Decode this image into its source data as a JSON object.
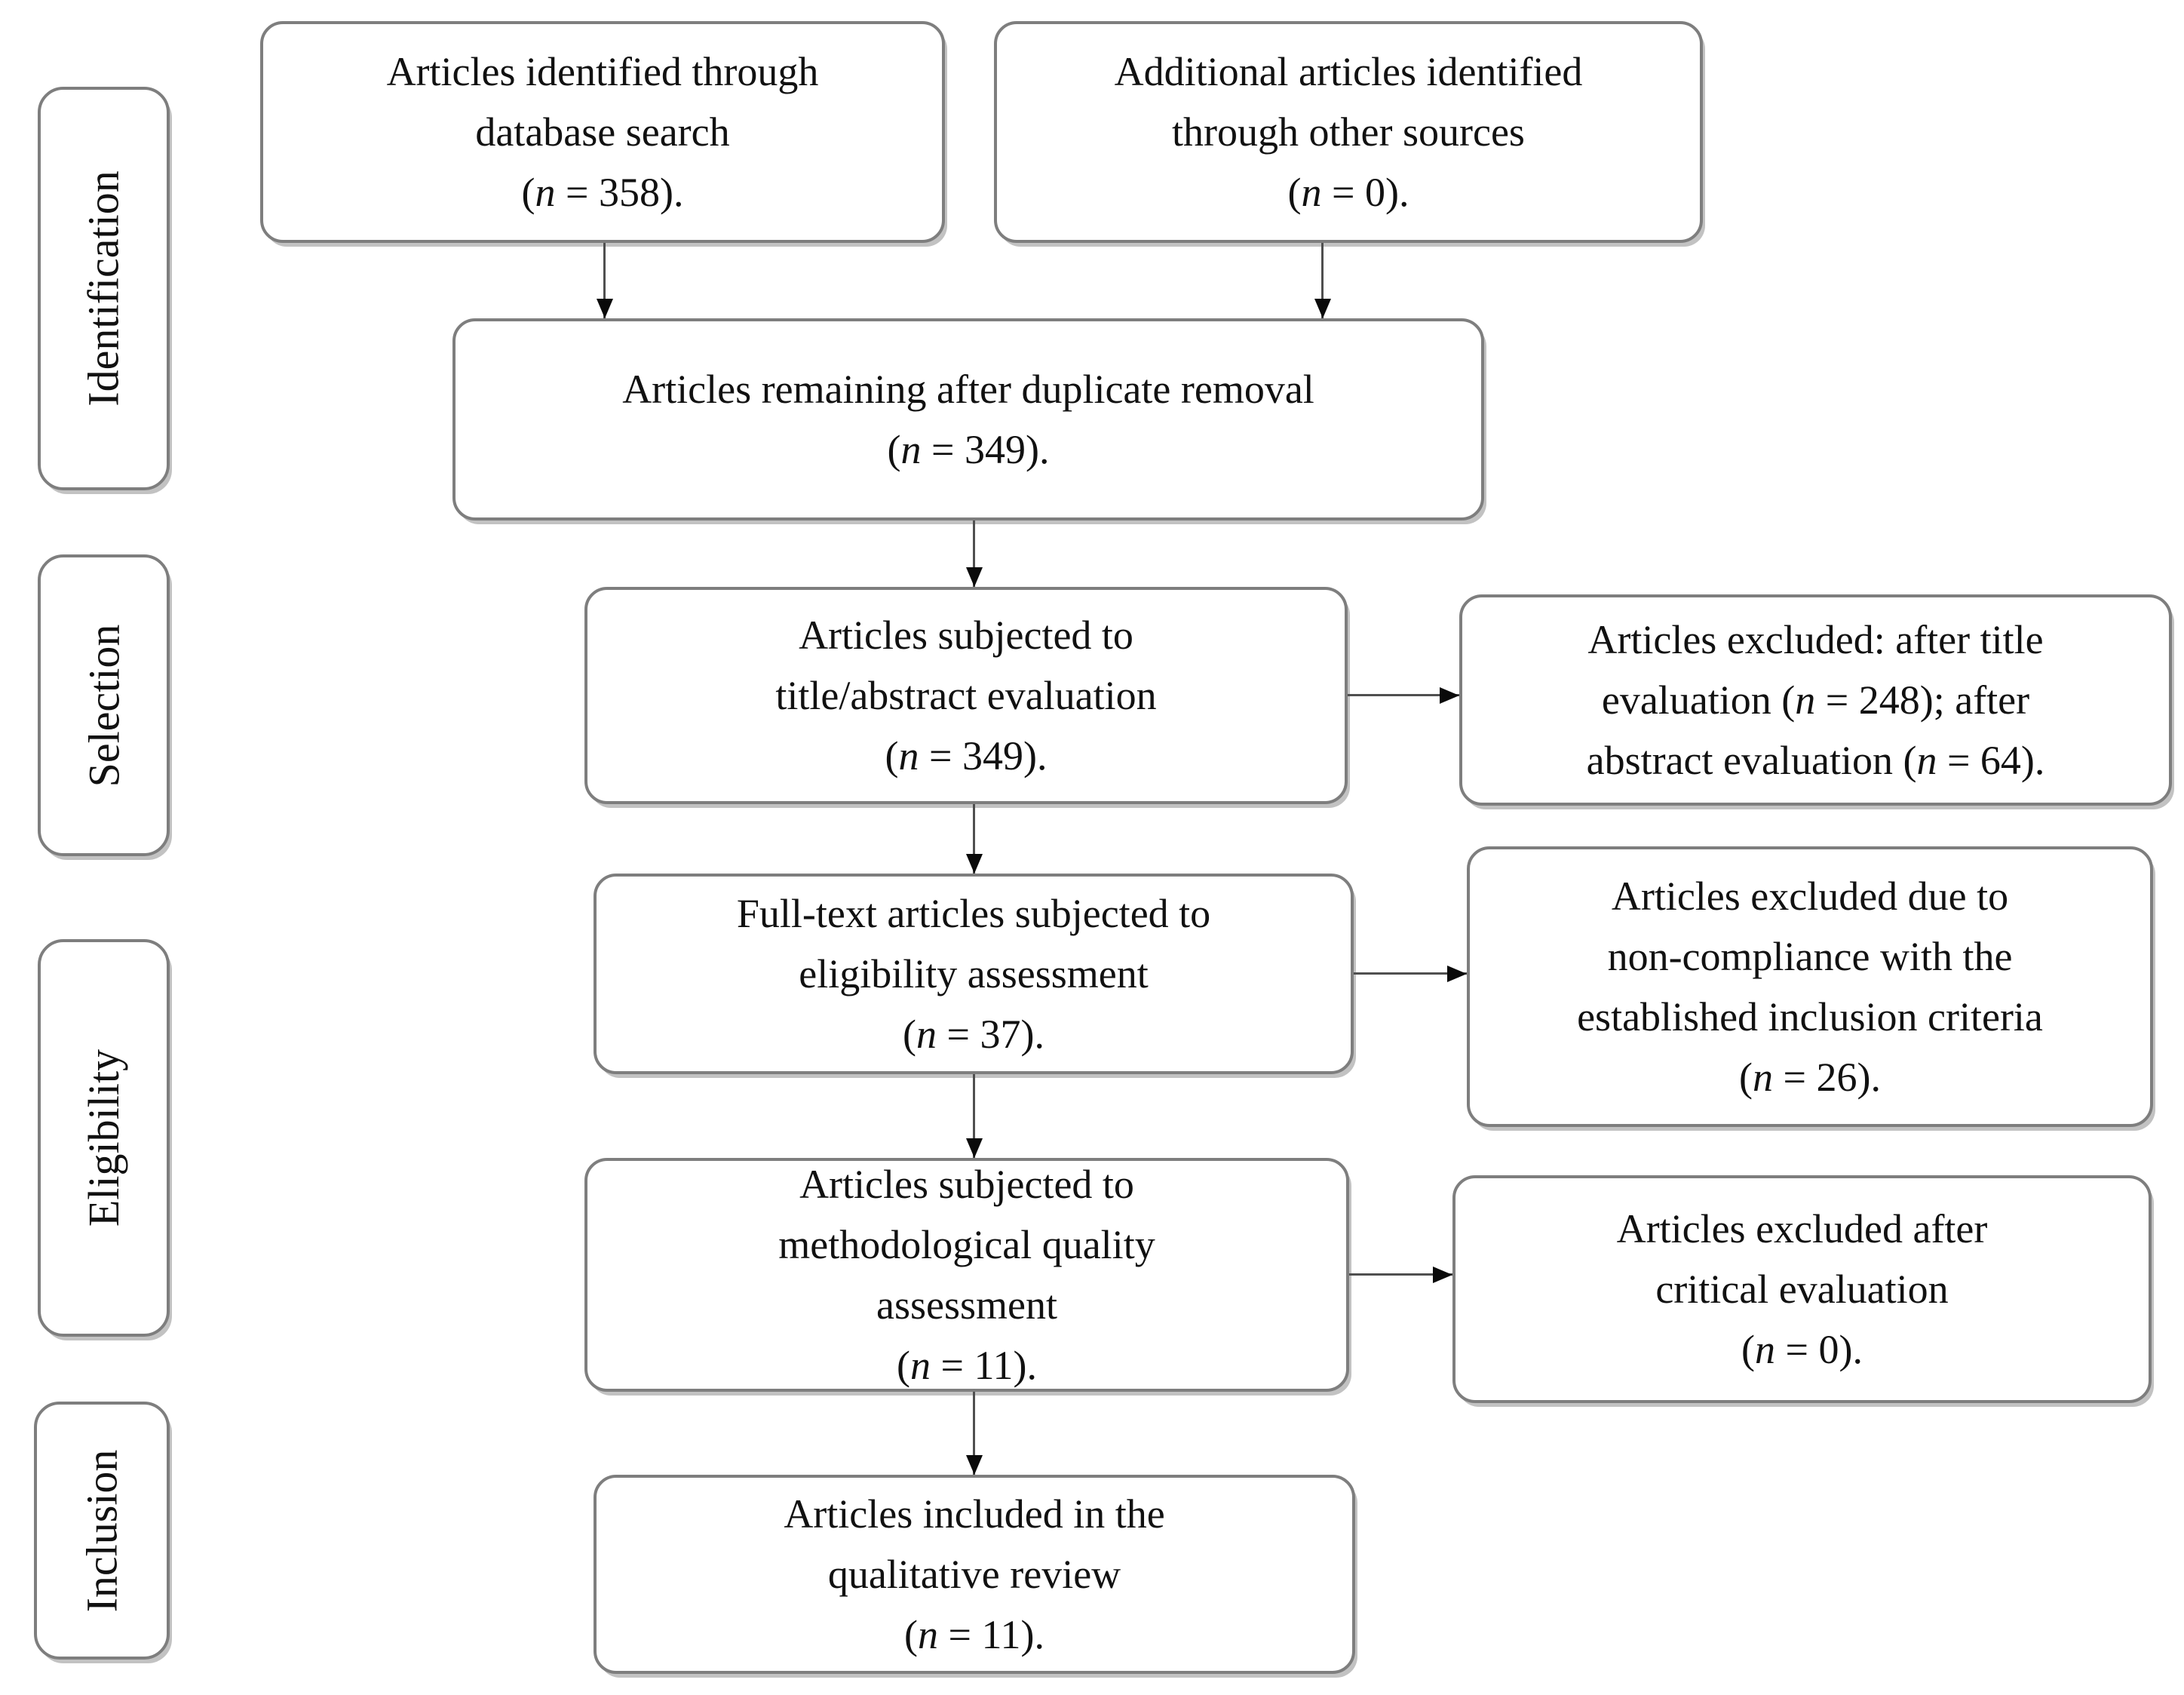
{
  "diagram": {
    "type": "prisma-flowchart",
    "stages": {
      "identification": "Identification",
      "selection": "Selection",
      "eligibility": "Eligibility",
      "inclusion": "Inclusion"
    },
    "boxes": {
      "identified_database": {
        "lines": [
          "Articles identified through",
          "database search",
          "(n = 358)."
        ],
        "n": 358
      },
      "other_sources": {
        "lines": [
          "Additional articles identified",
          "through other sources",
          "(n = 0)."
        ],
        "n": 0
      },
      "duplicate_removal": {
        "lines": [
          "Articles remaining after duplicate removal",
          "(n = 349)."
        ],
        "n": 349
      },
      "title_abstract": {
        "lines": [
          "Articles subjected to",
          "title/abstract evaluation",
          "(n = 349)."
        ],
        "n": 349
      },
      "excluded_title_abstract": {
        "lines": [
          "Articles excluded: after title",
          "evaluation (n = 248); after",
          "abstract evaluation (n = 64)."
        ],
        "n_after_title": 248,
        "n_after_abstract": 64
      },
      "full_text": {
        "lines": [
          "Full-text articles subjected to",
          "eligibility assessment",
          "(n = 37)."
        ],
        "n": 37
      },
      "excluded_inclusion_criteria": {
        "lines": [
          "Articles excluded due to",
          "non-compliance with the",
          "established inclusion criteria",
          "(n = 26)."
        ],
        "n": 26
      },
      "quality_assessment": {
        "lines": [
          "Articles subjected to",
          "methodological quality",
          "assessment",
          "(n = 11)."
        ],
        "n": 11
      },
      "excluded_critical": {
        "lines": [
          "Articles excluded after",
          "critical evaluation",
          "(n = 0)."
        ],
        "n": 0
      },
      "included": {
        "lines": [
          "Articles included in the",
          "qualitative review",
          "(n = 11)."
        ],
        "n": 11
      }
    },
    "edges": [
      {
        "from": "identified_database",
        "to": "duplicate_removal"
      },
      {
        "from": "other_sources",
        "to": "duplicate_removal"
      },
      {
        "from": "duplicate_removal",
        "to": "title_abstract"
      },
      {
        "from": "title_abstract",
        "to": "excluded_title_abstract"
      },
      {
        "from": "title_abstract",
        "to": "full_text"
      },
      {
        "from": "full_text",
        "to": "excluded_inclusion_criteria"
      },
      {
        "from": "full_text",
        "to": "quality_assessment"
      },
      {
        "from": "quality_assessment",
        "to": "excluded_critical"
      },
      {
        "from": "quality_assessment",
        "to": "included"
      }
    ],
    "colors": {
      "background": "#ffffff",
      "box_border": "#7e7e7e",
      "text": "#111111",
      "arrow_line": "#4f4f4f",
      "arrow_head": "#0a0a0a"
    }
  }
}
